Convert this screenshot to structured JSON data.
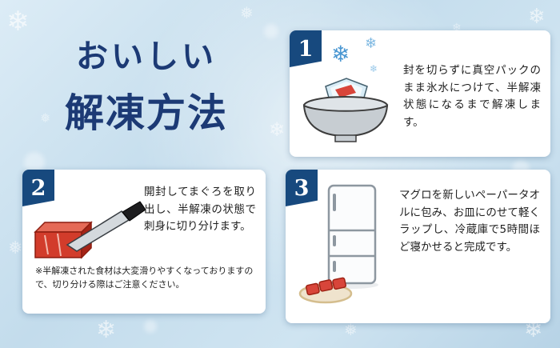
{
  "title": {
    "line1": "おいしい",
    "line2": "解凍方法"
  },
  "steps": [
    {
      "number": "1",
      "icon": "ice-water-bowl",
      "text": "封を切らずに真空パックのまま氷水につけて、半解凍状態になるまで解凍します。"
    },
    {
      "number": "2",
      "icon": "knife-and-tuna-block",
      "text": "開封してまぐろを取り出し、半解凍の状態で刺身に切り分けます。",
      "note": "※半解凍された食材は大変滑りやすくなっておりますので、切り分ける際はご注意ください。"
    },
    {
      "number": "3",
      "icon": "refrigerator-and-tuna-plate",
      "text": "マグロを新しいペーパータオルに包み、お皿にのせて軽くラップし、冷蔵庫で5時間ほど寝かせると完成です。"
    }
  ],
  "decor": {
    "snowflake": "❄",
    "snowflake2": "❅"
  },
  "colors": {
    "accent_navy": "#17497e",
    "title_navy": "#1c3a75",
    "card_white": "#ffffff",
    "tuna_red": "#d0392a",
    "ice_blue": "#d8ecf6",
    "background_blue": "#c3dcec"
  }
}
